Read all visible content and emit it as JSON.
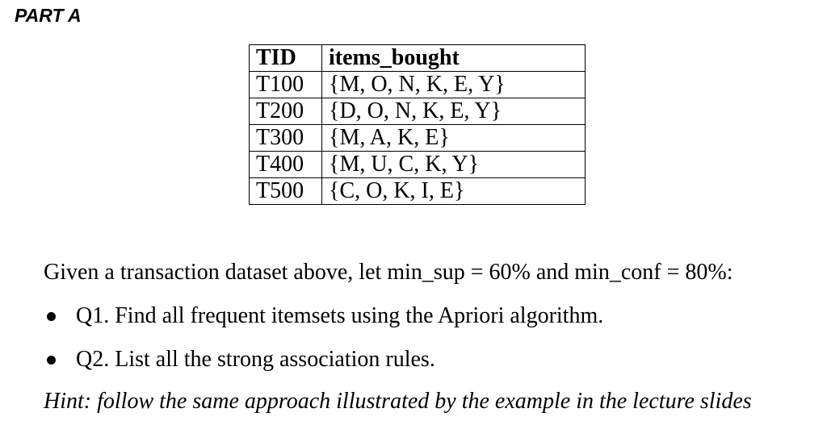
{
  "part_title": "PART A",
  "table": {
    "headers": [
      "TID",
      "items_bought"
    ],
    "rows": [
      [
        "T100",
        "{M, O, N, K, E, Y}"
      ],
      [
        "T200",
        "{D, O, N, K, E, Y}"
      ],
      [
        "T300",
        "{M, A, K, E}"
      ],
      [
        "T400",
        "{M, U, C, K, Y}"
      ],
      [
        "T500",
        "{C, O, K, I, E}"
      ]
    ]
  },
  "intro": "Given a transaction dataset above, let min_sup = 60% and min_conf = 80%:",
  "questions": [
    "Q1. Find all frequent itemsets using the Apriori algorithm.",
    "Q2. List all the strong association rules."
  ],
  "hint": "Hint: follow the same approach illustrated by the example in the lecture slides"
}
